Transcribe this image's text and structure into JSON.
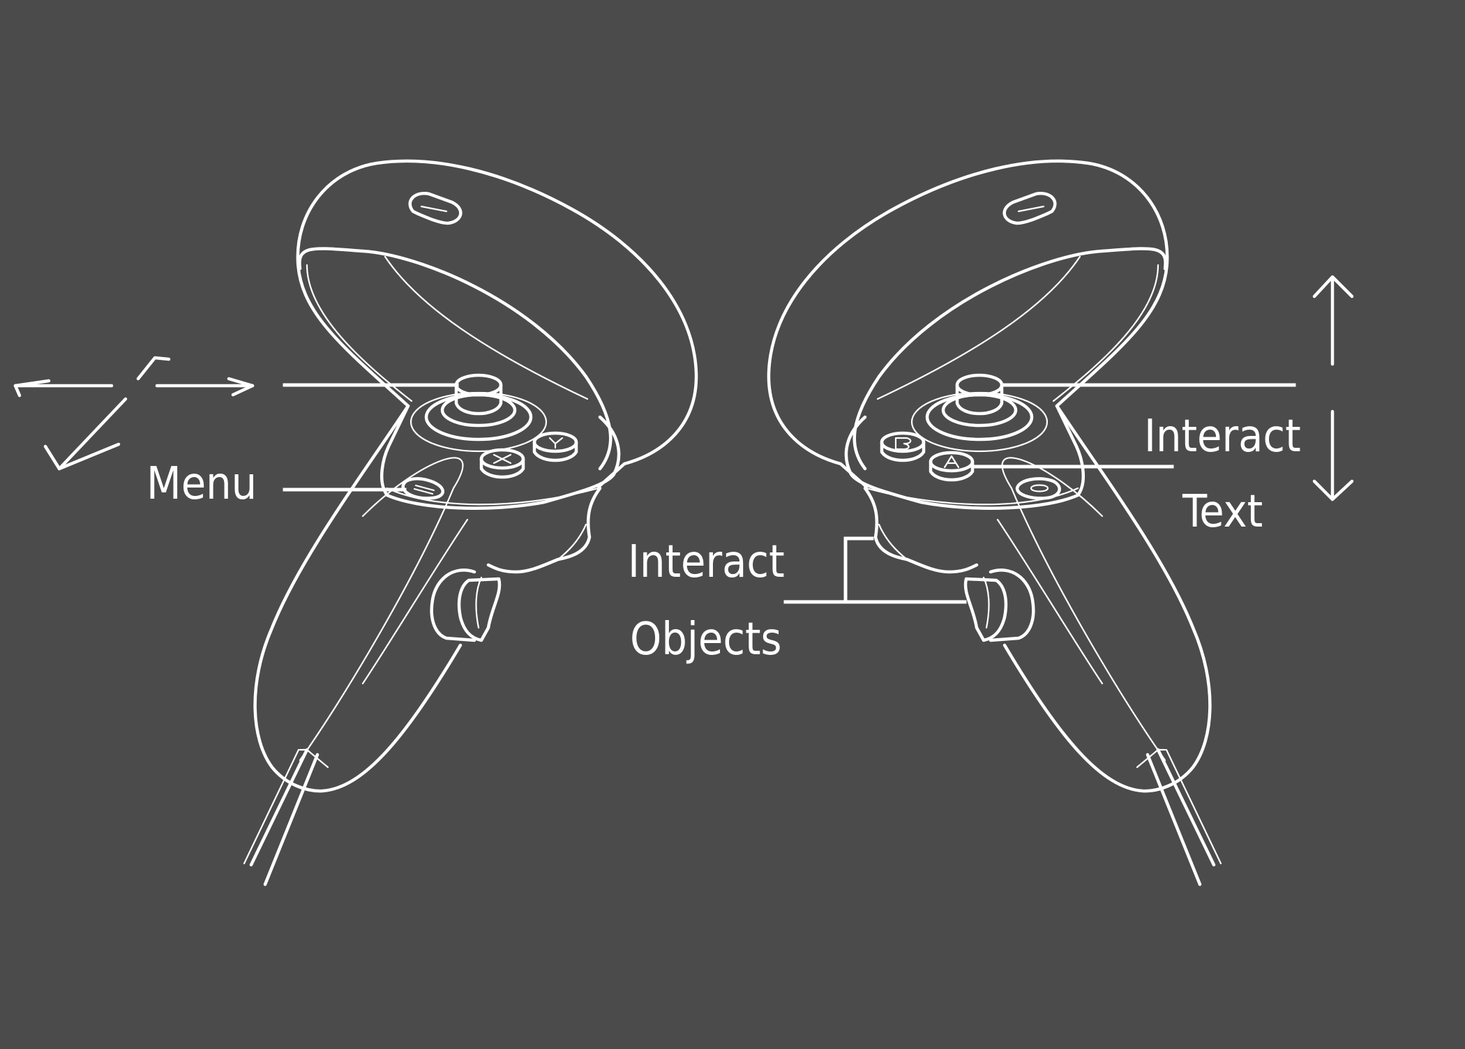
{
  "labels": {
    "menu": "Menu",
    "interact_objects_line1": "Interact",
    "interact_objects_line2": "Objects",
    "interact_text_line1": "Interact",
    "interact_text_line2": "Text"
  },
  "icons": {
    "thumbstick_directions": "arrow-left-right-diagonal-icon",
    "scroll_up": "arrow-up-icon",
    "scroll_down": "arrow-down-icon"
  },
  "colors": {
    "background": "#4b4b4b",
    "line": "#ffffff"
  }
}
